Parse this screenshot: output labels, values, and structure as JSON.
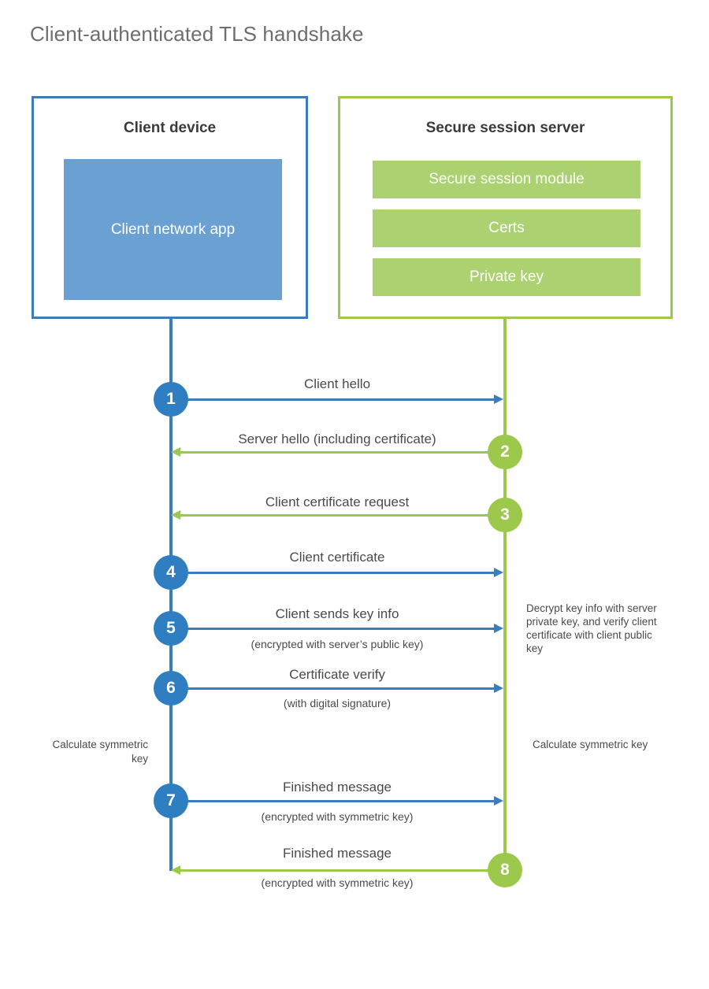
{
  "title": "Client-authenticated TLS handshake",
  "colors": {
    "client_accent": "#3b7cbd",
    "client_fill": "#6aa1d2",
    "server_accent": "#9cc84b",
    "server_fill": "#abd170",
    "step_blue": "#2f7ec1",
    "step_green": "#9cc84b",
    "text": "#4a4a4a",
    "title_text": "#6d6e71",
    "background": "#ffffff"
  },
  "client": {
    "title": "Client device",
    "app_label": "Client network app"
  },
  "server": {
    "title": "Secure session server",
    "bars": [
      {
        "label": "Secure session module"
      },
      {
        "label": "Certs"
      },
      {
        "label": "Private key"
      }
    ]
  },
  "steps": [
    {
      "number": "1",
      "label": "Client hello",
      "sublabel": "",
      "direction": "client-to-server",
      "color": "blue"
    },
    {
      "number": "2",
      "label": "Server hello (including certificate)",
      "sublabel": "",
      "direction": "server-to-client",
      "color": "green"
    },
    {
      "number": "3",
      "label": "Client certificate request",
      "sublabel": "",
      "direction": "server-to-client",
      "color": "green"
    },
    {
      "number": "4",
      "label": "Client certificate",
      "sublabel": "",
      "direction": "client-to-server",
      "color": "blue"
    },
    {
      "number": "5",
      "label": "Client sends key info",
      "sublabel": "(encrypted with server’s public key)",
      "direction": "client-to-server",
      "color": "blue"
    },
    {
      "number": "6",
      "label": "Certificate verify",
      "sublabel": "(with digital signature)",
      "direction": "client-to-server",
      "color": "blue"
    },
    {
      "number": "7",
      "label": "Finished message",
      "sublabel": "(encrypted with symmetric key)",
      "direction": "client-to-server",
      "color": "blue"
    },
    {
      "number": "8",
      "label": "Finished message",
      "sublabel": "(encrypted with symmetric key)",
      "direction": "server-to-client",
      "color": "green"
    }
  ],
  "notes": {
    "decrypt": "Decrypt key info with server private key, and verify client certificate with client public key",
    "calculate_client": "Calculate symmetric key",
    "calculate_server": "Calculate symmetric key"
  }
}
